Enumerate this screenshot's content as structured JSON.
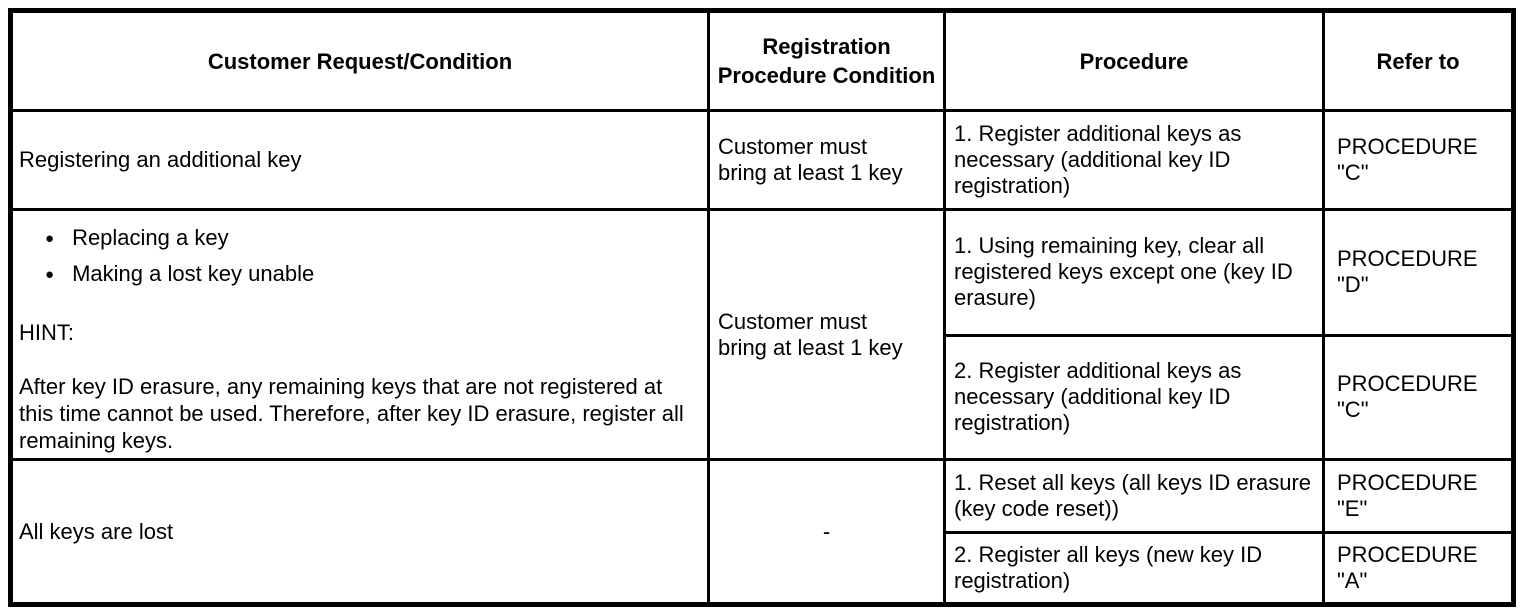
{
  "page": {
    "background": "#ffffff",
    "text_color": "#000000",
    "border_color": "#000000"
  },
  "table": {
    "bullet_glyph": "●",
    "headers": [
      "Customer Request/Condition",
      "Registration Procedure Condition",
      "Procedure",
      "Refer to"
    ],
    "rows": [
      {
        "request": "Registering an additional key",
        "condition": "Customer must bring at least 1 key",
        "steps": [
          {
            "procedure": "1. Register additional keys as necessary (additional key ID registration)",
            "refer": "PROCEDURE \"C\""
          }
        ]
      },
      {
        "request_bullets": [
          "Replacing a key",
          "Making a lost key unable"
        ],
        "hint_label": "HINT:",
        "hint_text": "After key ID erasure, any remaining keys that are not registered at this time cannot be used. Therefore, after key ID erasure, register all remaining keys.",
        "condition": "Customer must bring at least 1 key",
        "steps": [
          {
            "procedure": "1. Using remaining key, clear all registered keys except one (key ID erasure)",
            "refer": "PROCEDURE \"D\""
          },
          {
            "procedure": "2. Register additional keys as necessary (additional key ID registration)",
            "refer": "PROCEDURE \"C\""
          }
        ]
      },
      {
        "request": "All keys are lost",
        "condition": "-",
        "steps": [
          {
            "procedure": "1. Reset all keys (all keys ID erasure (key code reset))",
            "refer": "PROCEDURE \"E\""
          },
          {
            "procedure": "2. Register all keys (new key ID registration)",
            "refer": "PROCEDURE \"A\""
          }
        ]
      }
    ]
  }
}
